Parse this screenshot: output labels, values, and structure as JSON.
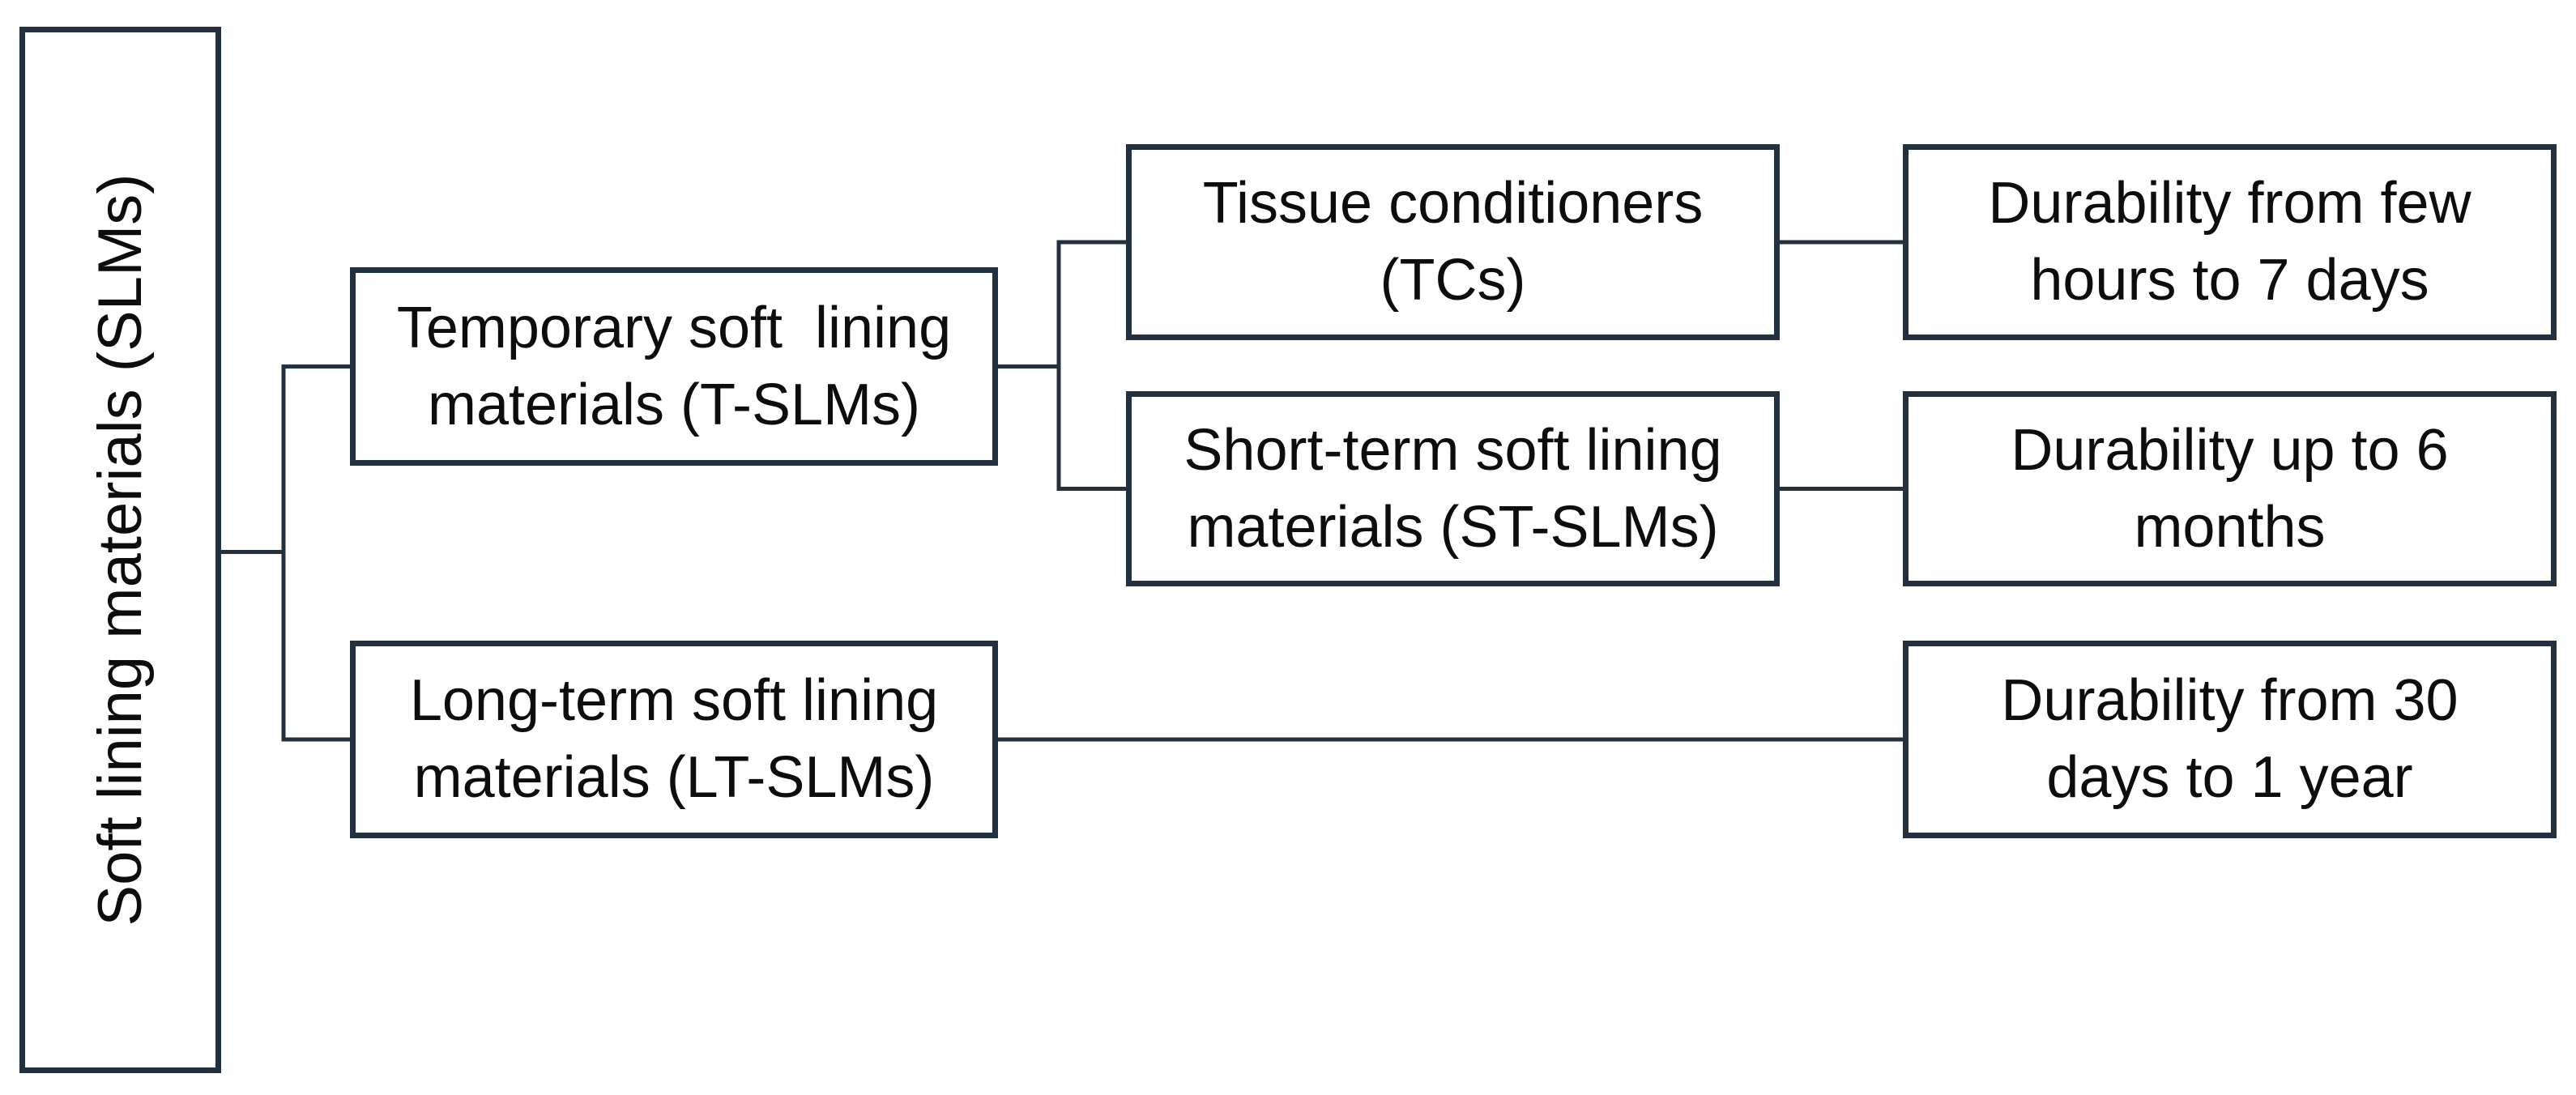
{
  "page": {
    "background_color": "#ffffff",
    "box_fill_color": "#ffffff",
    "stroke_color": "#22303f",
    "text_color": "#0d0d0d"
  },
  "diagram": {
    "type": "flowchart",
    "orientation": "left-to-right",
    "nodes": {
      "slms": {
        "label": "Soft lining materials (SLMs)",
        "text_rotation": "vertical-bottom-to-top"
      },
      "t_slms": {
        "line1": "Temporary soft  lining",
        "line2": "materials (T-SLMs)"
      },
      "lt_slms": {
        "line1": "Long-term soft lining",
        "line2": "materials (LT-SLMs)"
      },
      "tcs": {
        "line1": "Tissue conditioners",
        "line2": "(TCs)"
      },
      "st_slms": {
        "line1": "Short-term soft lining",
        "line2": "materials (ST-SLMs)"
      },
      "dur_tcs": {
        "line1": "Durability from few",
        "line2": "hours to 7 days"
      },
      "dur_st": {
        "line1": "Durability up to 6",
        "line2": "months"
      },
      "dur_lt": {
        "line1": "Durability from 30",
        "line2": "days to 1 year"
      }
    },
    "edges": [
      {
        "from": "slms",
        "to": "t_slms"
      },
      {
        "from": "slms",
        "to": "lt_slms"
      },
      {
        "from": "t_slms",
        "to": "tcs"
      },
      {
        "from": "t_slms",
        "to": "st_slms"
      },
      {
        "from": "tcs",
        "to": "dur_tcs"
      },
      {
        "from": "st_slms",
        "to": "dur_st"
      },
      {
        "from": "lt_slms",
        "to": "dur_lt"
      }
    ]
  }
}
